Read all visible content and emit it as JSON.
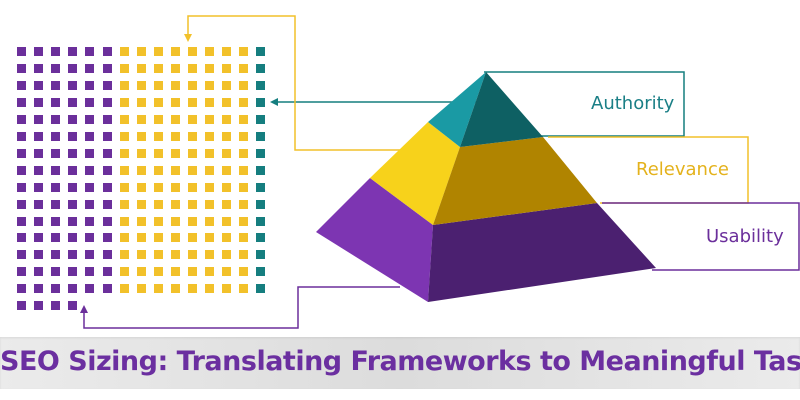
{
  "colors": {
    "purple": "#6b2f9b",
    "purple_light": "#7d35b2",
    "purple_dark": "#4b2070",
    "gold": "#f2c12a",
    "gold_light": "#f7d21b",
    "gold_dark": "#b08400",
    "teal": "#157e7f",
    "teal_light": "#1a9aa4",
    "teal_dark": "#0e6063",
    "title_text": "#6b2fa0"
  },
  "grid": {
    "rows": [
      [
        "p",
        "p",
        "p",
        "p",
        "p",
        "p",
        "g",
        "g",
        "g",
        "g",
        "g",
        "g",
        "g",
        "g",
        "t"
      ],
      [
        "p",
        "p",
        "p",
        "p",
        "p",
        "p",
        "g",
        "g",
        "g",
        "g",
        "g",
        "g",
        "g",
        "g",
        "t"
      ],
      [
        "p",
        "p",
        "p",
        "p",
        "p",
        "p",
        "g",
        "g",
        "g",
        "g",
        "g",
        "g",
        "g",
        "g",
        "t"
      ],
      [
        "p",
        "p",
        "p",
        "p",
        "p",
        "p",
        "g",
        "g",
        "g",
        "g",
        "g",
        "g",
        "g",
        "g",
        "t"
      ],
      [
        "p",
        "p",
        "p",
        "p",
        "p",
        "p",
        "g",
        "g",
        "g",
        "g",
        "g",
        "g",
        "g",
        "g",
        "t"
      ],
      [
        "p",
        "p",
        "p",
        "p",
        "p",
        "p",
        "g",
        "g",
        "g",
        "g",
        "g",
        "g",
        "g",
        "g",
        "t"
      ],
      [
        "p",
        "p",
        "p",
        "p",
        "p",
        "p",
        "g",
        "g",
        "g",
        "g",
        "g",
        "g",
        "g",
        "g",
        "t"
      ],
      [
        "p",
        "p",
        "p",
        "p",
        "p",
        "p",
        "g",
        "g",
        "g",
        "g",
        "g",
        "g",
        "g",
        "g",
        "t"
      ],
      [
        "p",
        "p",
        "p",
        "p",
        "p",
        "p",
        "g",
        "g",
        "g",
        "g",
        "g",
        "g",
        "g",
        "g",
        "t"
      ],
      [
        "p",
        "p",
        "p",
        "p",
        "p",
        "p",
        "g",
        "g",
        "g",
        "g",
        "g",
        "g",
        "g",
        "g",
        "t"
      ],
      [
        "p",
        "p",
        "p",
        "p",
        "p",
        "p",
        "g",
        "g",
        "g",
        "g",
        "g",
        "g",
        "g",
        "g",
        "t"
      ],
      [
        "p",
        "p",
        "p",
        "p",
        "p",
        "p",
        "g",
        "g",
        "g",
        "g",
        "g",
        "g",
        "g",
        "g",
        "t"
      ],
      [
        "p",
        "p",
        "p",
        "p",
        "p",
        "p",
        "g",
        "g",
        "g",
        "g",
        "g",
        "g",
        "g",
        "g",
        "t"
      ],
      [
        "p",
        "p",
        "p",
        "p",
        "p",
        "p",
        "g",
        "g",
        "g",
        "g",
        "g",
        "g",
        "g",
        "g",
        "t"
      ],
      [
        "p",
        "p",
        "p",
        "p",
        "p",
        "p",
        "g",
        "g",
        "g",
        "g",
        "g",
        "g",
        "g",
        "g",
        "t"
      ],
      [
        "p",
        "p",
        "p",
        "p"
      ]
    ]
  },
  "pyramid": {
    "tiers": [
      {
        "label": "Authority",
        "color": "#1a7f86"
      },
      {
        "label": "Relevance",
        "color": "#e4b21c"
      },
      {
        "label": "Usability",
        "color": "#6b2f9b"
      }
    ]
  },
  "title": "SEO Sizing: Translating Frameworks to Meaningful Tasks"
}
